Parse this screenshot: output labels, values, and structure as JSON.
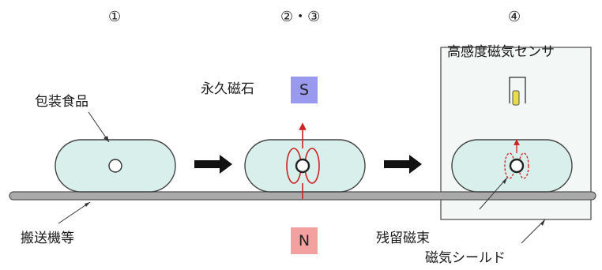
{
  "steps": [
    "①",
    "②・③",
    "④"
  ],
  "labels": {
    "packaged_food": "包装食品",
    "conveyor": "搬送機等",
    "permanent_magnet": "永久磁石",
    "sensor": "高感度磁気センサ",
    "residual_flux": "残留磁束",
    "shield": "磁気シールド"
  },
  "magnet": {
    "north": "N",
    "south": "S"
  },
  "colors": {
    "package_fill": "#d8efec",
    "magnet_s": "#9999ee",
    "magnet_n": "#f2a0a0",
    "field_lines": "#cc2222",
    "conveyor": "#aaaaaa",
    "shield_fill": "#f3f8f6",
    "sensor_element": "#e8dd44"
  }
}
